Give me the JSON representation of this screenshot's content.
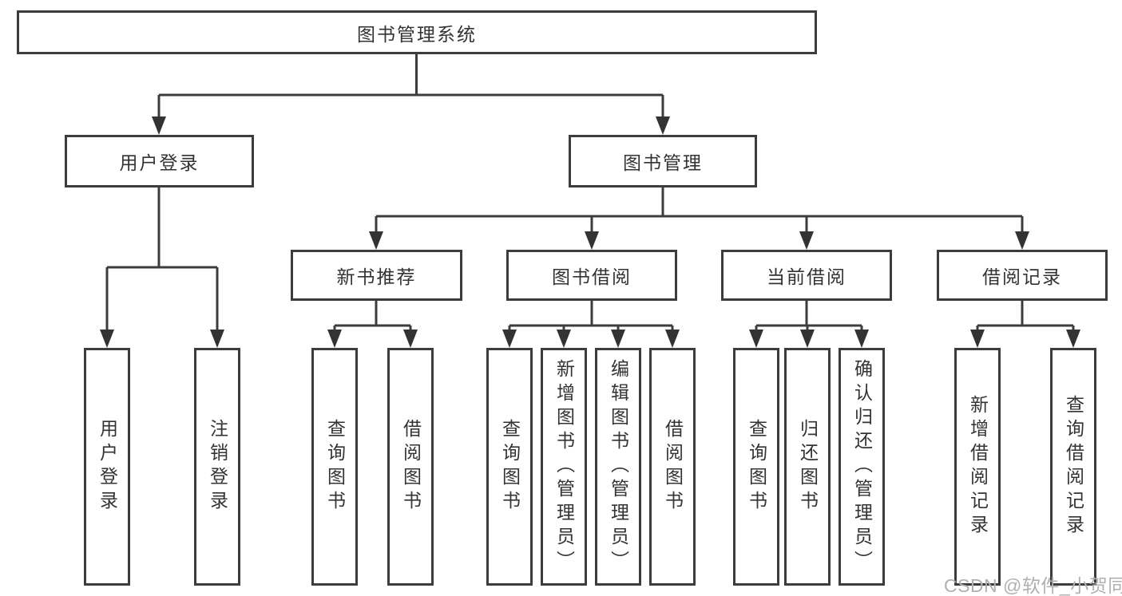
{
  "page": {
    "background": "#ffffff",
    "line_color": "#3c3c3c",
    "text_color": "#333333",
    "watermark": {
      "text": "CSDN @软件_小贺同学",
      "color": "#b0b0b0"
    }
  },
  "nodes": {
    "root": {
      "label": "图书管理系统"
    },
    "user_login": {
      "label": "用户登录"
    },
    "book_management": {
      "label": "图书管理"
    },
    "new_book_recommend": {
      "label": "新书推荐"
    },
    "book_borrowing": {
      "label": "图书借阅"
    },
    "current_borrowing": {
      "label": "当前借阅"
    },
    "borrowing_records": {
      "label": "借阅记录"
    },
    "leaf_user_login": {
      "label": "用户登录"
    },
    "leaf_logout": {
      "label": "注销登录"
    },
    "leaf_nb_query_books": {
      "label": "查询图书"
    },
    "leaf_nb_borrow_books": {
      "label": "借阅图书"
    },
    "leaf_bb_query_books": {
      "label": "查询图书"
    },
    "leaf_bb_add_books": {
      "label": "新增图书（管理员）"
    },
    "leaf_bb_edit_books": {
      "label": "编辑图书（管理员）"
    },
    "leaf_bb_borrow_books": {
      "label": "借阅图书"
    },
    "leaf_cb_query_books": {
      "label": "查询图书"
    },
    "leaf_cb_return_books": {
      "label": "归还图书"
    },
    "leaf_cb_confirm_return": {
      "label": "确认归还（管理员）"
    },
    "leaf_br_add_record": {
      "label": "新增借阅记录"
    },
    "leaf_br_query_record": {
      "label": "查询借阅记录"
    }
  },
  "hierarchy": {
    "图书管理系统": {
      "用户登录": [
        "用户登录",
        "注销登录"
      ],
      "图书管理": {
        "新书推荐": [
          "查询图书",
          "借阅图书"
        ],
        "图书借阅": [
          "查询图书",
          "新增图书（管理员）",
          "编辑图书（管理员）",
          "借阅图书"
        ],
        "当前借阅": [
          "查询图书",
          "归还图书",
          "确认归还（管理员）"
        ],
        "借阅记录": [
          "新增借阅记录",
          "查询借阅记录"
        ]
      }
    }
  }
}
